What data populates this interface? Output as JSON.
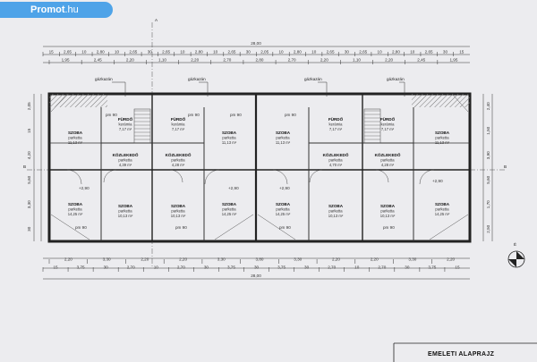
{
  "brand": {
    "name": "Promot",
    "tld": ".hu"
  },
  "drawing_title": "EMELETI ALAPRAJZ",
  "total_width": "28,00",
  "top_dims": {
    "row1": [
      "15",
      "2,65",
      "10",
      "2,80",
      "10",
      "2,65",
      "30",
      "2,65",
      "10",
      "2,80",
      "10",
      "2,65",
      "30",
      "2,05",
      "10",
      "2,80",
      "10",
      "2,65",
      "30",
      "2,65",
      "10",
      "2,80",
      "10",
      "2,65",
      "30",
      "15"
    ],
    "row2": [
      "1,95",
      "2,45",
      "2,20",
      "1,10",
      "2,20",
      "2,70",
      "2,80",
      "2,70",
      "2,20",
      "1,10",
      "2,20",
      "2,45",
      "1,95"
    ]
  },
  "bottom_dims": {
    "row1": [
      "2,20",
      "3,30",
      "2,20",
      "2,20",
      "3,30",
      "3,80",
      "3,30",
      "2,20",
      "2,20",
      "3,30",
      "2,20"
    ],
    "row2": [
      "15",
      "3,75",
      "30",
      "2,70",
      "10",
      "2,70",
      "30",
      "3,75",
      "30",
      "3,75",
      "30",
      "2,70",
      "10",
      "2,70",
      "30",
      "3,75",
      "15"
    ],
    "total": "28,00"
  },
  "left_dims": [
    "2,05",
    "15",
    "4,20",
    "5,60",
    "3,30",
    "30"
  ],
  "right_dims": [
    "2,40",
    "1,50",
    "3,90",
    "5,60",
    "1,70",
    "2,50"
  ],
  "gas": "gázkazán",
  "pm": [
    "pm 90",
    "pm 90",
    "pm 90",
    "pm 90",
    "pm 90",
    "pm 90",
    "pm 90",
    "pm 90"
  ],
  "markers": {
    "a": "A",
    "b": "B",
    "north": "É"
  },
  "levels": [
    "+2,90",
    "+2,90",
    "+2,90",
    "+2,90"
  ],
  "rooms": [
    {
      "name": "SZOBA",
      "floor": "parketta",
      "area": "11,13 m²"
    },
    {
      "name": "FÜRDŐ",
      "floor": "kerámia",
      "area": "7,17 m²"
    },
    {
      "name": "KÖZLEKEDŐ",
      "floor": "parketta",
      "area": "4,39 m²"
    },
    {
      "name": "SZOBA",
      "floor": "parketta",
      "area": "14,25 m²"
    },
    {
      "name": "SZOBA",
      "floor": "parketta",
      "area": "10,13 m²"
    },
    {
      "name": "FÜRDŐ",
      "floor": "kerámia",
      "area": "7,17 m²"
    },
    {
      "name": "KÖZLEKEDŐ",
      "floor": "parketta",
      "area": "4,28 m²"
    },
    {
      "name": "SZOBA",
      "floor": "parketta",
      "area": "10,13 m²"
    },
    {
      "name": "SZOBA",
      "floor": "parketta",
      "area": "11,13 m²"
    },
    {
      "name": "SZOBA",
      "floor": "parketta",
      "area": "14,25 m²"
    },
    {
      "name": "SZOBA",
      "floor": "parketta",
      "area": "11,13 m²"
    },
    {
      "name": "FÜRDŐ",
      "floor": "kerámia",
      "area": "7,17 m²"
    },
    {
      "name": "KÖZLEKEDŐ",
      "floor": "parketta",
      "area": "4,70 m²"
    },
    {
      "name": "SZOBA",
      "floor": "parketta",
      "area": "14,25 m²"
    },
    {
      "name": "SZOBA",
      "floor": "parketta",
      "area": "10,13 m²"
    },
    {
      "name": "FÜRDŐ",
      "floor": "kerámia",
      "area": "7,17 m²"
    },
    {
      "name": "KÖZLEKEDŐ",
      "floor": "parketta",
      "area": "4,28 m²"
    },
    {
      "name": "SZOBA",
      "floor": "parketta",
      "area": "10,13 m²"
    },
    {
      "name": "SZOBA",
      "floor": "parketta",
      "area": "11,13 m²"
    },
    {
      "name": "SZOBA",
      "floor": "parketta",
      "area": "14,25 m²"
    }
  ]
}
